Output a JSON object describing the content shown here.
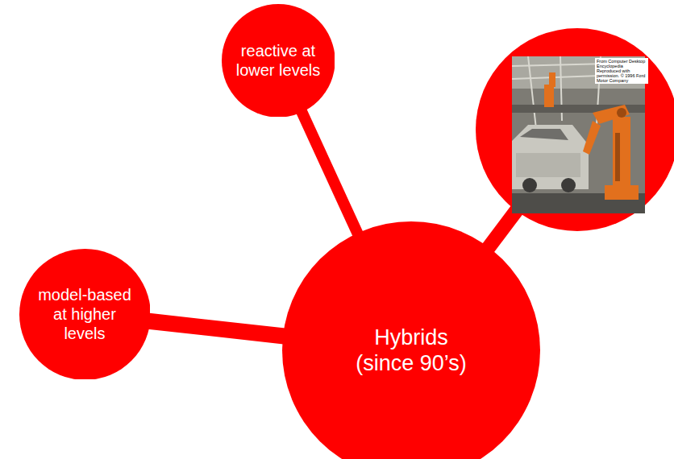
{
  "diagram": {
    "nodes": [
      {
        "text": [
          "reactive at lower levels"
        ]
      },
      {
        "text": [
          "From Computer Desktop Encyclopedia Reproduced with permission. © 1996 Ford Motor Company"
        ]
      },
      {
        "text": [
          "model-based at higher levels"
        ]
      },
      {
        "text": [
          "Hybrids (since 90’s)"
        ]
      }
    ],
    "edges": [
      {
        "from": 3,
        "to": 0,
        "arrow": "none"
      },
      {
        "from": 3,
        "to": 1,
        "arrow": "none"
      },
      {
        "from": 3,
        "to": 2,
        "arrow": "none"
      }
    ]
  }
}
